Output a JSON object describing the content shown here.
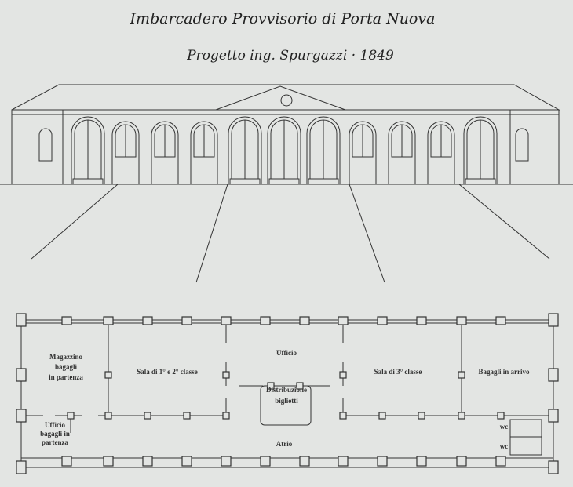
{
  "title": "Imbarcadero Provvisorio di Porta Nuova",
  "subtitle": "Progetto ing. Spurgazzi · 1849",
  "plan_labels": {
    "magazzino": [
      "Magazzino",
      "bagagli",
      "in partenza"
    ],
    "sala_1_2": "Sala di 1° e 2° classe",
    "ufficio": "Ufficio",
    "distribuzione": [
      "Distribuzione",
      "biglietti"
    ],
    "sala_3": "Sala di 3° classe",
    "bagagli_arrivo": "Bagagli in arrivo",
    "ufficio_bagagli": [
      "Ufficio",
      "bagagli in",
      "partenza"
    ],
    "atrio": "Atrio",
    "wc_1": "wc",
    "wc_2": "wc"
  }
}
